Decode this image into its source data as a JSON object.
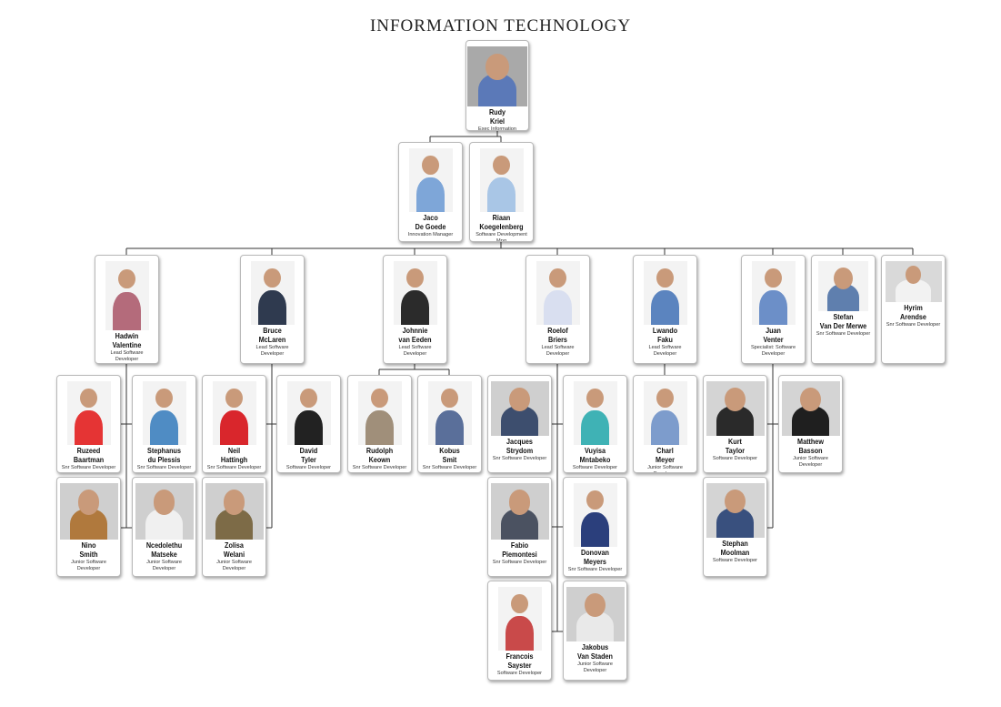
{
  "title": "INFORMATION TECHNOLOGY",
  "people": [
    {
      "id": "rudy",
      "name": "Rudy\nKriel",
      "role": "Exec Information Technology",
      "shirt": "#5b79b8",
      "bg": "#a9a9a9"
    },
    {
      "id": "jaco",
      "name": "Jaco\nDe Goede",
      "role": "Innovation Manager",
      "shirt": "#7ea6d8",
      "bg": "#f3f3f3"
    },
    {
      "id": "riaan",
      "name": "Riaan\nKoegelenberg",
      "role": "Software Development Mng",
      "shirt": "#a9c6e6",
      "bg": "#f3f3f3"
    },
    {
      "id": "hadwin",
      "name": "Hadwin\nValentine",
      "role": "Lead Software Developer",
      "shirt": "#b46b7b",
      "bg": "#f3f3f3"
    },
    {
      "id": "bruce",
      "name": "Bruce\nMcLaren",
      "role": "Lead Software Developer",
      "shirt": "#2f3a4f",
      "bg": "#f3f3f3"
    },
    {
      "id": "johnnie",
      "name": "Johnnie\nvan Eeden",
      "role": "Lead Software Developer",
      "shirt": "#2b2b2b",
      "bg": "#f3f3f3"
    },
    {
      "id": "roelof",
      "name": "Roelof\nBriers",
      "role": "Lead Software Developer",
      "shirt": "#d9dff0",
      "bg": "#f3f3f3"
    },
    {
      "id": "lwando",
      "name": "Lwando\nFaku",
      "role": "Lead Software Developer",
      "shirt": "#5b84bf",
      "bg": "#f3f3f3"
    },
    {
      "id": "juan",
      "name": "Juan\nVenter",
      "role": "Specialist: Software Developer",
      "shirt": "#6c8fc8",
      "bg": "#f3f3f3"
    },
    {
      "id": "stefan",
      "name": "Stefan\nVan Der Merwe",
      "role": "Snr Software Developer",
      "shirt": "#5f7fae",
      "bg": "#f3f3f3"
    },
    {
      "id": "hyrim",
      "name": "Hyrim\nArendse",
      "role": "Snr Software Developer",
      "shirt": "#f2f2f2",
      "bg": "#d9d9d9"
    },
    {
      "id": "ruzeed",
      "name": "Ruzeed\nBaartman",
      "role": "Snr Software Developer",
      "shirt": "#e53434",
      "bg": "#f3f3f3"
    },
    {
      "id": "stephanus",
      "name": "Stephanus\ndu Plessis",
      "role": "Snr Software Developer",
      "shirt": "#4f8cc4",
      "bg": "#f3f3f3"
    },
    {
      "id": "neil",
      "name": "Neil\nHattingh",
      "role": "Snr Software Developer",
      "shirt": "#d9262c",
      "bg": "#f3f3f3"
    },
    {
      "id": "david",
      "name": "David\nTyler",
      "role": "Software Developer",
      "shirt": "#222222",
      "bg": "#f3f3f3"
    },
    {
      "id": "rudolph",
      "name": "Rudolph\nKeown",
      "role": "Snr Software Developer",
      "shirt": "#a08f7a",
      "bg": "#f3f3f3"
    },
    {
      "id": "kobus",
      "name": "Kobus\nSmit",
      "role": "Snr Software Developer",
      "shirt": "#5a6f9a",
      "bg": "#f3f3f3"
    },
    {
      "id": "jacques",
      "name": "Jacques\nStrydom",
      "role": "Snr Software Developer",
      "shirt": "#3d4e6e",
      "bg": "#cfcfcf"
    },
    {
      "id": "vuyisa",
      "name": "Vuyisa\nMntabeko",
      "role": "Software Developer",
      "shirt": "#3fb2b5",
      "bg": "#f3f3f3"
    },
    {
      "id": "charl",
      "name": "Charl\nMeyer",
      "role": "Junior Software Developer",
      "shirt": "#7d9ccc",
      "bg": "#f3f3f3"
    },
    {
      "id": "kurt",
      "name": "Kurt\nTaylor",
      "role": "Software Developer",
      "shirt": "#2a2a2a",
      "bg": "#d4d4d4"
    },
    {
      "id": "matthew",
      "name": "Matthew\nBasson",
      "role": "Junior Software Developer",
      "shirt": "#1f1f1f",
      "bg": "#d4d4d4"
    },
    {
      "id": "nino",
      "name": "Nino\nSmith",
      "role": "Junior Software Developer",
      "shirt": "#b0793d",
      "bg": "#cfcfcf"
    },
    {
      "id": "ncedolethu",
      "name": "Ncedolethu\nMatseke",
      "role": "Junior Software Developer",
      "shirt": "#f0f0f0",
      "bg": "#cfcfcf"
    },
    {
      "id": "zolisa",
      "name": "Zolisa\nWelani",
      "role": "Junior Software Developer",
      "shirt": "#7d6b47",
      "bg": "#cfcfcf"
    },
    {
      "id": "fabio",
      "name": "Fabio\nPiemontesi",
      "role": "Snr Software Developer",
      "shirt": "#4b5261",
      "bg": "#cfcfcf"
    },
    {
      "id": "donovan",
      "name": "Donovan\nMeyers",
      "role": "Snr Software Developer",
      "shirt": "#2b3f7c",
      "bg": "#f3f3f3"
    },
    {
      "id": "stephan",
      "name": "Stephan\nMoolman",
      "role": "Software Developer",
      "shirt": "#39507e",
      "bg": "#d4d4d4"
    },
    {
      "id": "francois",
      "name": "Francois\nSayster",
      "role": "Software Developer",
      "shirt": "#c94a4a",
      "bg": "#f3f3f3"
    },
    {
      "id": "jakobus",
      "name": "Jakobus\nVan Staden",
      "role": "Junior Software Developer",
      "shirt": "#e9e9e9",
      "bg": "#cfcfcf"
    }
  ]
}
